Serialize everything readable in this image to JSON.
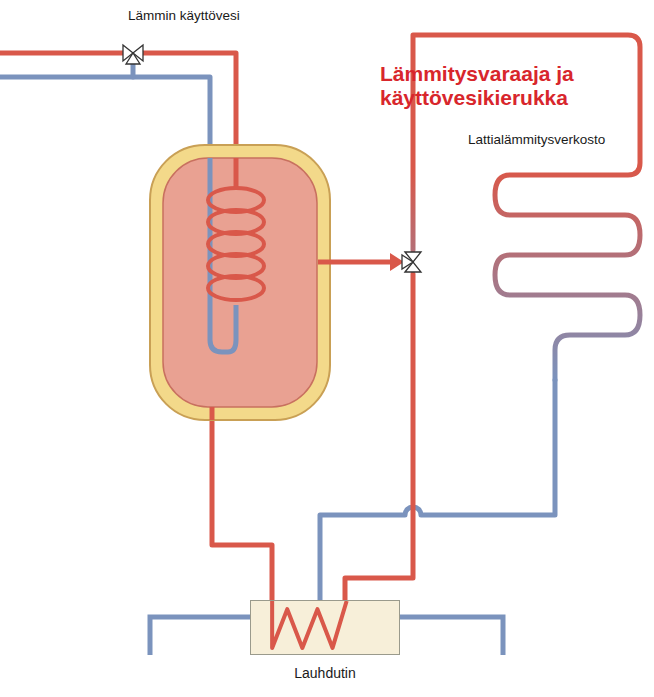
{
  "diagram": {
    "title": "Lämmitysvaraaja ja käyttövesikierukka",
    "nodes": [
      {
        "text": [
          "Lauhdutin"
        ]
      }
    ],
    "labels": [
      "Lämmin käyttövesi",
      "Lattialämmitysverkosto"
    ]
  }
}
